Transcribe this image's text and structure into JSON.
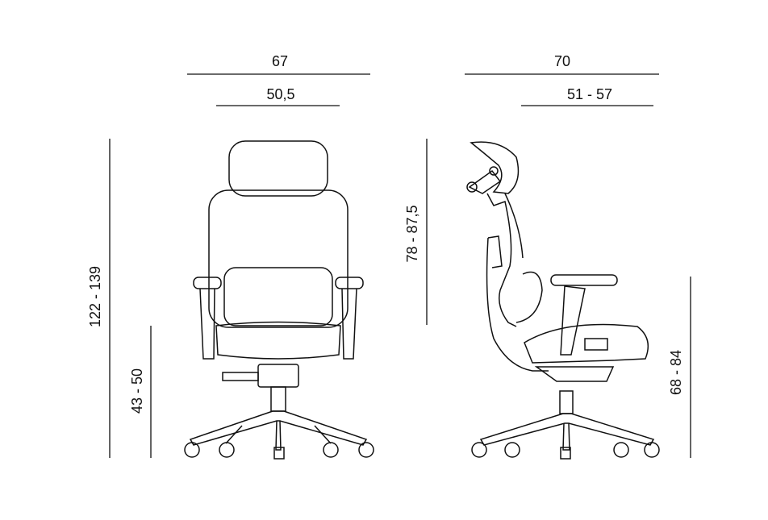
{
  "front_view": {
    "overall_width": "67",
    "seat_width": "50,5",
    "overall_height": "122 - 139",
    "seat_height": "43 - 50"
  },
  "side_view": {
    "overall_depth": "70",
    "seat_depth": "51 - 57",
    "backrest_height": "78 - 87,5",
    "armrest_height": "68 - 84"
  },
  "colors": {
    "line": "#111111",
    "background": "#ffffff"
  }
}
